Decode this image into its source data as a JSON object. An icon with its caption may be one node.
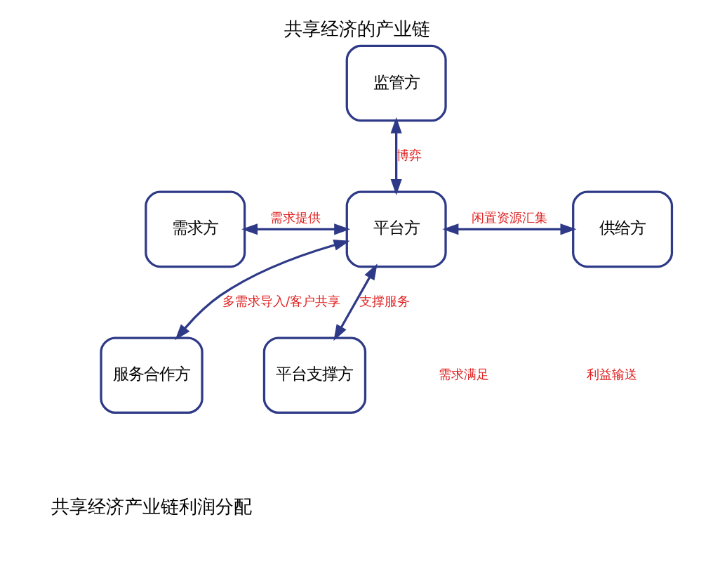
{
  "diagram": {
    "title": "共享经济的产业链",
    "caption": "共享经济产业链利润分配",
    "nodes": [
      {
        "text": [
          "监管方"
        ]
      },
      {
        "text": [
          "需求方"
        ]
      },
      {
        "text": [
          "平台方"
        ]
      },
      {
        "text": [
          "供给方"
        ]
      },
      {
        "text": [
          "服务合作方"
        ]
      },
      {
        "text": [
          "平台支撑方"
        ]
      }
    ],
    "edges": [
      {
        "from": 2,
        "to": 0,
        "arrow": "both",
        "label": "博弈"
      },
      {
        "from": 1,
        "to": 2,
        "arrow": "both",
        "label": "需求提供"
      },
      {
        "from": 2,
        "to": 3,
        "arrow": "both",
        "label": "闲置资源汇集"
      },
      {
        "from": 2,
        "to": 4,
        "arrow": "both",
        "label": "多需求导入/客户共享"
      },
      {
        "from": 2,
        "to": 5,
        "arrow": "both",
        "label": "支撑服务"
      }
    ],
    "labels": [
      "需求满足",
      "利益输送"
    ]
  }
}
